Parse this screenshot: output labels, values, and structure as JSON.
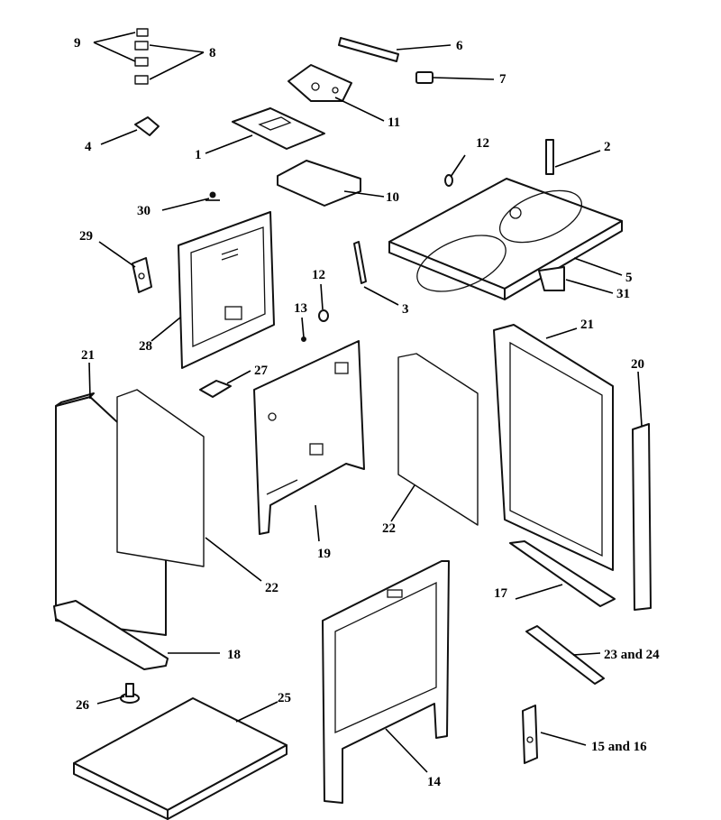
{
  "callouts": {
    "c1": "1",
    "c2": "2",
    "c3": "3",
    "c4": "4",
    "c5": "5",
    "c6": "6",
    "c7": "7",
    "c8": "8",
    "c9": "9",
    "c10": "10",
    "c11": "11",
    "c12a": "12",
    "c12b": "12",
    "c13": "13",
    "c14": "14",
    "c15_16": "15 and 16",
    "c17": "17",
    "c18": "18",
    "c19": "19",
    "c20": "20",
    "c21a": "21",
    "c21b": "21",
    "c22a": "22",
    "c22b": "22",
    "c23_24": "23 and 24",
    "c25": "25",
    "c26": "26",
    "c27": "27",
    "c28": "28",
    "c29": "29",
    "c30": "30",
    "c31": "31"
  }
}
